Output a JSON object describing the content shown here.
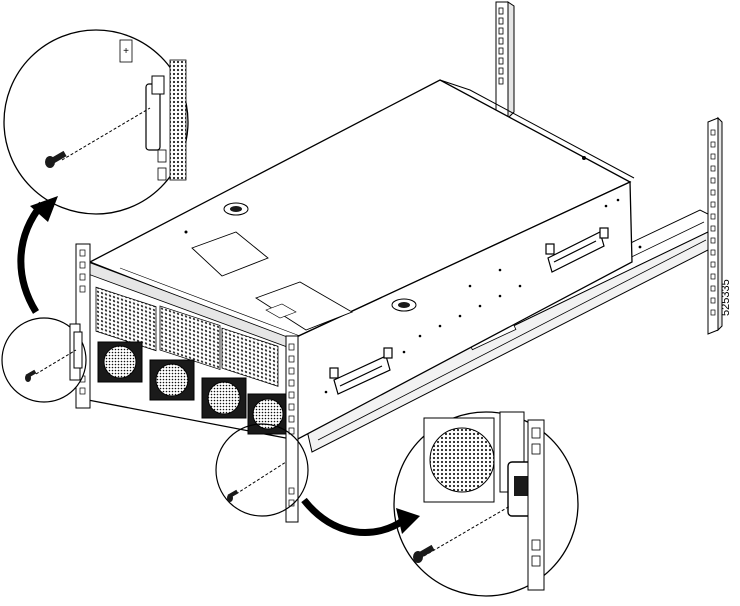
{
  "figure": {
    "id_label": "525335"
  },
  "colors": {
    "stroke": "#000000",
    "chassis_fill": "#ffffff",
    "panel_fill": "#e6e6e6",
    "dark_fill": "#1a1a1a",
    "arrow_fill": "#000000"
  },
  "parts": [
    "server-chassis",
    "left-rack-post",
    "right-rear-rack-post",
    "left-rear-rack-post",
    "slide-rail",
    "top-left-detail-callout",
    "bottom-right-detail-callout",
    "left-front-screw-callout",
    "right-front-screw-callout"
  ]
}
